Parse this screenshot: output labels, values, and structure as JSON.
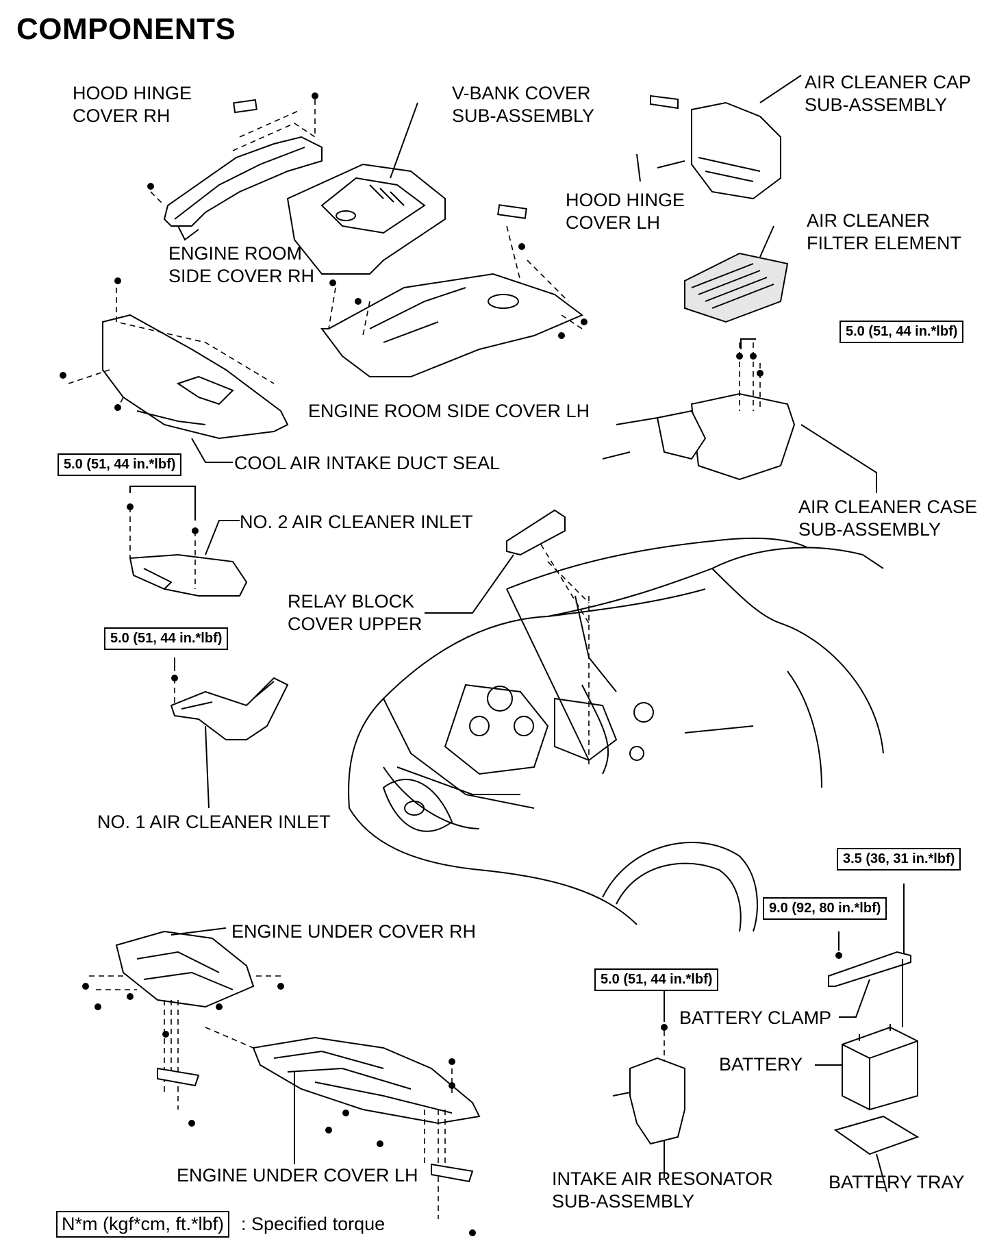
{
  "title": "COMPONENTS",
  "labels": {
    "hood_hinge_cover_rh": [
      "HOOD HINGE",
      "COVER RH"
    ],
    "v_bank_cover": [
      "V-BANK COVER",
      "SUB-ASSEMBLY"
    ],
    "air_cleaner_cap": [
      "AIR CLEANER CAP",
      "SUB-ASSEMBLY"
    ],
    "hood_hinge_cover_lh": [
      "HOOD HINGE",
      "COVER LH"
    ],
    "air_cleaner_filter": [
      "AIR CLEANER",
      "FILTER ELEMENT"
    ],
    "engine_room_side_cover_rh": [
      "ENGINE ROOM",
      "SIDE COVER RH"
    ],
    "engine_room_side_cover_lh": "ENGINE ROOM SIDE COVER LH",
    "cool_air_intake_duct_seal": "COOL AIR INTAKE DUCT SEAL",
    "air_cleaner_case": [
      "AIR CLEANER CASE",
      "SUB-ASSEMBLY"
    ],
    "no2_air_cleaner_inlet": "NO. 2 AIR CLEANER INLET",
    "relay_block_cover_upper": [
      "RELAY BLOCK",
      "COVER UPPER"
    ],
    "no1_air_cleaner_inlet": "NO. 1 AIR CLEANER INLET",
    "engine_under_cover_rh": "ENGINE UNDER COVER RH",
    "battery_clamp": "BATTERY CLAMP",
    "battery": "BATTERY",
    "engine_under_cover_lh": "ENGINE UNDER COVER LH",
    "intake_air_resonator": [
      "INTAKE AIR RESONATOR",
      "SUB-ASSEMBLY"
    ],
    "battery_tray": "BATTERY TRAY"
  },
  "torques": {
    "air_cleaner_case": "5.0 (51, 44 in.*lbf)",
    "no2_inlet": "5.0 (51, 44 in.*lbf)",
    "no1_inlet": "5.0 (51, 44 in.*lbf)",
    "battery_clamp_nut": "3.5 (36, 31 in.*lbf)",
    "battery_clamp_bolt": "9.0 (92, 80 in.*lbf)",
    "resonator": "5.0 (51, 44 in.*lbf)"
  },
  "legend": {
    "unit": "N*m (kgf*cm, ft.*lbf)",
    "text": ": Specified torque"
  }
}
